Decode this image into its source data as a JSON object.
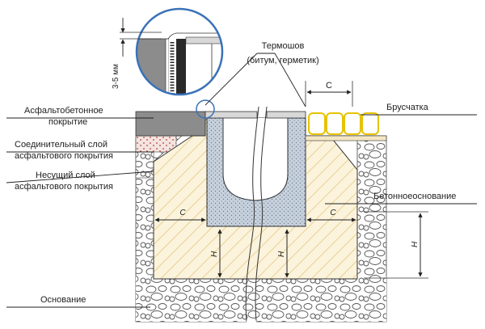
{
  "labels": {
    "asphalt_surface": [
      "Асфальтобетонное",
      "покрытие"
    ],
    "binder_layer": [
      "Соединительный слой",
      "асфальтового покрытия"
    ],
    "bearing_layer": [
      "Несущий слой",
      "асфальтового покрытия"
    ],
    "base": "Основание",
    "thermal_joint": [
      "Термошов",
      "(битум, герметик)"
    ],
    "paving_stones": "Брусчатка",
    "concrete_base": "Бетонноеоснование",
    "gap_dimension": "3-5 мм"
  },
  "dimensions": {
    "c_top": "С",
    "c_left": "С",
    "c_right": "С",
    "h_left": "Н",
    "h_mid": "Н",
    "h_right": "Н"
  },
  "colors": {
    "asphalt": "#8c8c8c",
    "concrete_hatch": "#e8c878",
    "concrete_fill": "#fbf3dc",
    "channel": "#c8d2de",
    "channel_dots": "#6a7a8c",
    "paving_stroke": "#e6c200",
    "highlight_circle": "#3a72b8",
    "binder_fill": "#f0dcd8",
    "binder_dots": "#b04040"
  }
}
